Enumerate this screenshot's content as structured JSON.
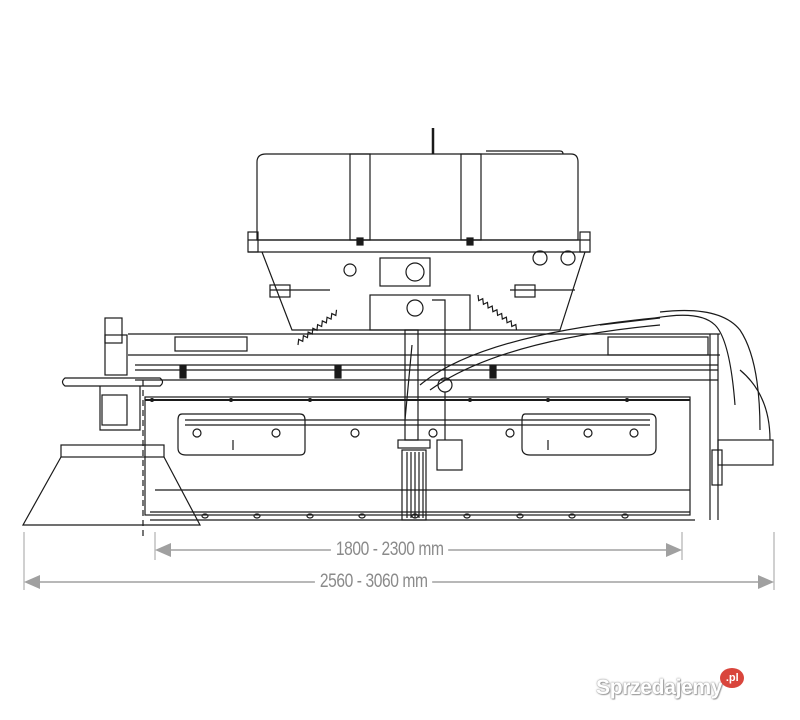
{
  "diagram": {
    "subject": "sweeper attachment front view line drawing",
    "line_color": "#1a1a1a",
    "dimension_color": "#8a8a8a"
  },
  "dimensions": {
    "inner": {
      "label": "1800 - 2300 mm"
    },
    "outer": {
      "label": "2560 - 3060 mm"
    }
  },
  "watermark": {
    "text": "Sprzedajemy",
    "badge": ".pl",
    "badge_color": "#d9453c"
  }
}
